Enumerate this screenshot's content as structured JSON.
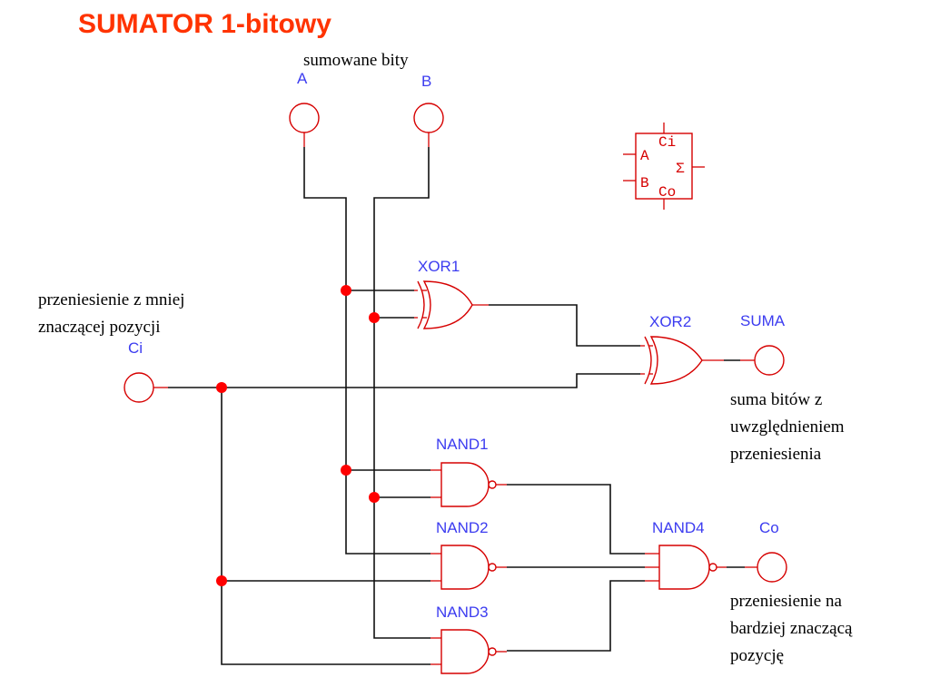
{
  "title": "SUMATOR 1-bitowy",
  "annotations": {
    "inputs_note": "sumowane bity",
    "carry_in_note_line1": "przeniesienie z mniej",
    "carry_in_note_line2": "znaczącej pozycji",
    "sum_note_line1": "suma bitów z",
    "sum_note_line2": "uwzględnieniem",
    "sum_note_line3": "przeniesienia",
    "carry_out_note_line1": "przeniesienie na",
    "carry_out_note_line2": "bardziej znaczącą",
    "carry_out_note_line3": "pozycję"
  },
  "pins": {
    "a": "A",
    "b": "B",
    "ci": "Ci",
    "suma": "SUMA",
    "co": "Co"
  },
  "gates": {
    "xor1": "XOR1",
    "xor2": "XOR2",
    "nand1": "NAND1",
    "nand2": "NAND2",
    "nand3": "NAND3",
    "nand4": "NAND4"
  },
  "symbol": {
    "a": "A",
    "b": "B",
    "ci": "Ci",
    "co": "Co",
    "sigma": "Σ"
  },
  "colors": {
    "title": "#ff3300",
    "gate": "#d60000",
    "label": "#3c3cf0",
    "wire": "#111111",
    "junction": "#ff0000"
  }
}
